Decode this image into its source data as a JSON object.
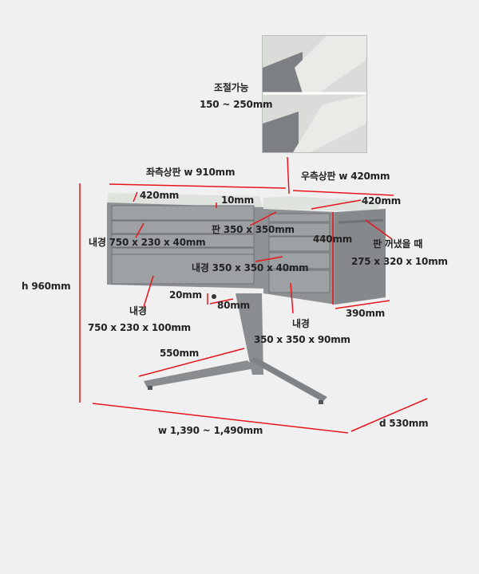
{
  "inset": {
    "adjustable_label": "조절가능",
    "adjustable_range": "150 ~ 250mm"
  },
  "labels": {
    "left_top_width": "좌측상판 w 910mm",
    "right_top_width": "우측상판 w 420mm",
    "left_depth": "420mm",
    "top_thickness": "10mm",
    "right_depth": "420mm",
    "board_size": "판 350 x 350mm",
    "right_height": "440mm",
    "board_removed_label": "판 꺼냈을 때",
    "board_removed_size": "275 x 320 x 10mm",
    "left_drawer_small": "내경 750 x 230 x 40mm",
    "right_drawer_small": "내경 350 x 350 x 40mm",
    "total_height": "h 960mm",
    "knob_height": "20mm",
    "knob_width": "80mm",
    "right_bottom_depth": "390mm",
    "left_drawer_large_label": "내경",
    "left_drawer_large_size": "750 x 230 x 100mm",
    "right_drawer_large_label": "내경",
    "right_drawer_large_size": "350 x 350 x 90mm",
    "leg_length": "550mm",
    "total_width": "w 1,390 ~ 1,490mm",
    "total_depth": "d 530mm"
  },
  "colors": {
    "arrow": "#e8141b",
    "body": "#8f9295",
    "top": "#dfe3de"
  }
}
